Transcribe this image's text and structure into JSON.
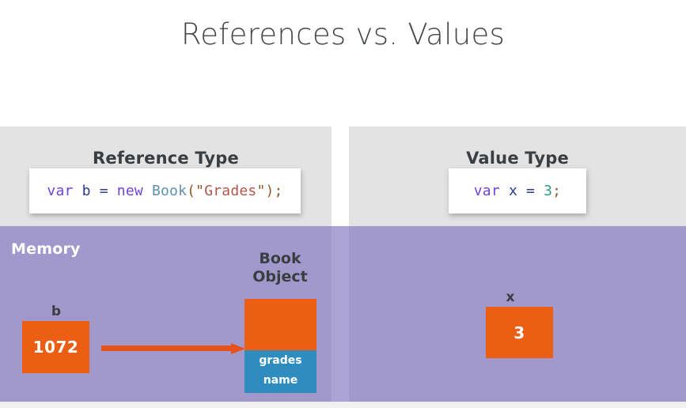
{
  "slide": {
    "title": "References vs. Values"
  },
  "colors": {
    "orange": "#ec5e14",
    "teal": "#2e8dbe",
    "purple": "#a199cc",
    "panel_gray": "#e3e3e3",
    "title_gray": "#44474a"
  },
  "panels": [
    {
      "id": "reference",
      "heading": "Reference Type",
      "code": {
        "tokens": [
          {
            "text": "var",
            "kind": "keyword"
          },
          {
            "text": " ",
            "kind": "plain"
          },
          {
            "text": "b",
            "kind": "ident"
          },
          {
            "text": " ",
            "kind": "plain"
          },
          {
            "text": "=",
            "kind": "operator"
          },
          {
            "text": " ",
            "kind": "plain"
          },
          {
            "text": "new",
            "kind": "keyword"
          },
          {
            "text": " ",
            "kind": "plain"
          },
          {
            "text": "Book",
            "kind": "type"
          },
          {
            "text": "(",
            "kind": "punct"
          },
          {
            "text": "\"",
            "kind": "quote"
          },
          {
            "text": "Grades",
            "kind": "string"
          },
          {
            "text": "\"",
            "kind": "quote"
          },
          {
            "text": ")",
            "kind": "punct"
          },
          {
            "text": ";",
            "kind": "semi"
          }
        ],
        "plain": "var b = new Book(\"Grades\");"
      },
      "memory": {
        "label": "Memory",
        "variable_label": "b",
        "variable_value": "1072",
        "object_label": "Book\nObject",
        "object_label_line1": "Book",
        "object_label_line2": "Object",
        "object_fields": [
          "grades",
          "name"
        ]
      }
    },
    {
      "id": "value",
      "heading": "Value Type",
      "code": {
        "tokens": [
          {
            "text": "var",
            "kind": "keyword"
          },
          {
            "text": " ",
            "kind": "plain"
          },
          {
            "text": "x",
            "kind": "ident"
          },
          {
            "text": " ",
            "kind": "plain"
          },
          {
            "text": "=",
            "kind": "operator"
          },
          {
            "text": " ",
            "kind": "plain"
          },
          {
            "text": "3",
            "kind": "number"
          },
          {
            "text": ";",
            "kind": "semi"
          }
        ],
        "plain": "var x = 3;"
      },
      "memory": {
        "variable_label": "x",
        "variable_value": "3"
      }
    }
  ]
}
